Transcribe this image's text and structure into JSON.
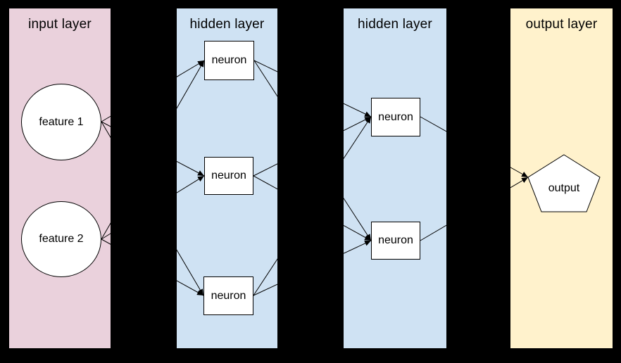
{
  "canvas": {
    "background": "#000000"
  },
  "layers": [
    {
      "id": "input",
      "title": "input layer",
      "color": "#ead1dc"
    },
    {
      "id": "hidden1",
      "title": "hidden layer",
      "color": "#cfe2f3"
    },
    {
      "id": "hidden2",
      "title": "hidden layer",
      "color": "#cfe2f3"
    },
    {
      "id": "output",
      "title": "output layer",
      "color": "#fff2cc"
    }
  ],
  "nodes": [
    {
      "id": "feature1",
      "label": "feature 1",
      "shape": "ellipse",
      "layer": "input"
    },
    {
      "id": "feature2",
      "label": "feature 2",
      "shape": "ellipse",
      "layer": "input"
    },
    {
      "id": "h1n1",
      "label": "neuron",
      "shape": "rect",
      "layer": "hidden1"
    },
    {
      "id": "h1n2",
      "label": "neuron",
      "shape": "rect",
      "layer": "hidden1"
    },
    {
      "id": "h1n3",
      "label": "neuron",
      "shape": "rect",
      "layer": "hidden1"
    },
    {
      "id": "h2n1",
      "label": "neuron",
      "shape": "rect",
      "layer": "hidden2"
    },
    {
      "id": "h2n2",
      "label": "neuron",
      "shape": "rect",
      "layer": "hidden2"
    },
    {
      "id": "output",
      "label": "output",
      "shape": "pentagon",
      "layer": "output"
    }
  ],
  "edges": [
    {
      "from": "feature1",
      "to": "h1n1"
    },
    {
      "from": "feature1",
      "to": "h1n2"
    },
    {
      "from": "feature1",
      "to": "h1n3"
    },
    {
      "from": "feature2",
      "to": "h1n1"
    },
    {
      "from": "feature2",
      "to": "h1n2"
    },
    {
      "from": "feature2",
      "to": "h1n3"
    },
    {
      "from": "h1n1",
      "to": "h2n1"
    },
    {
      "from": "h1n1",
      "to": "h2n2"
    },
    {
      "from": "h1n2",
      "to": "h2n1"
    },
    {
      "from": "h1n2",
      "to": "h2n2"
    },
    {
      "from": "h1n3",
      "to": "h2n1"
    },
    {
      "from": "h1n3",
      "to": "h2n2"
    },
    {
      "from": "h2n1",
      "to": "output"
    },
    {
      "from": "h2n2",
      "to": "output"
    }
  ],
  "styles": {
    "node_fill": "#ffffff",
    "node_border": "#000000",
    "line_color": "#000000",
    "text_color": "#000000"
  }
}
